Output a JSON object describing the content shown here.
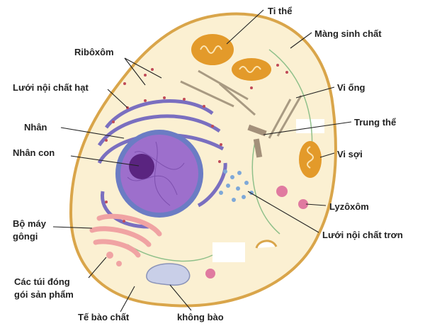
{
  "labels": {
    "ti_the": "Ti thể",
    "mang_sinh_chat": "Màng sinh chất",
    "riboxom": "Ribôxôm",
    "luoi_noi_chat_hat": "Lưới nội chất hạt",
    "vi_ong": "Vi ống",
    "nhan": "Nhân",
    "trung_the": "Trung thể",
    "nhan_con": "Nhân con",
    "vi_soi": "Vi sợi",
    "lyzoxom": "Lyzôxôm",
    "bo_may_gongi_1": "Bộ máy",
    "bo_may_gongi_2": "gôngi",
    "luoi_noi_chat_tron": "Lưới nội chất trơn",
    "cac_tui_1": "Các túi đóng",
    "cac_tui_2": "gói sản phẩm",
    "te_bao_chat": "Tế bào chất",
    "khong_bao": "không bào"
  },
  "colors": {
    "cytoplasm": "#fbf0d2",
    "membrane": "#d9a54a",
    "nucleus_envelope": "#6b7cc4",
    "nucleoplasm": "#9d6fcc",
    "nucleolus": "#5a2480",
    "mitochondria": "#e39a2a",
    "golgi": "#f0a3a3",
    "lysosome": "#e07aa0",
    "vacuole": "#c9cfe8"
  }
}
